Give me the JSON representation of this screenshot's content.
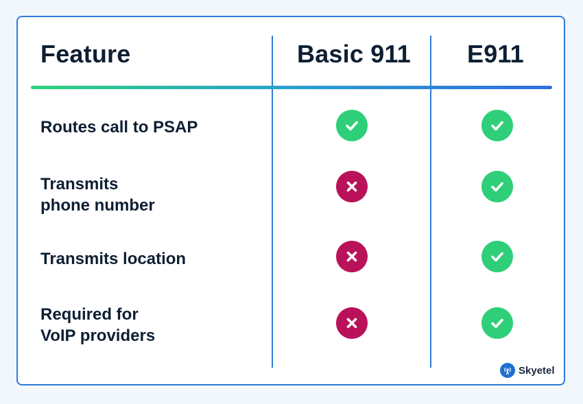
{
  "colors": {
    "border": "#2d7bd6",
    "check": "#2ecf78",
    "cross": "#b9125a",
    "text": "#0e1e33",
    "background": "#f2f7fc"
  },
  "table": {
    "headers": [
      "Feature",
      "Basic 911",
      "E911"
    ],
    "rows": [
      {
        "feature": "Routes call to PSAP",
        "basic": "check-icon",
        "e911": "check-icon"
      },
      {
        "feature": "Transmits\nphone number",
        "basic": "cross-icon",
        "e911": "check-icon"
      },
      {
        "feature": "Transmits location",
        "basic": "cross-icon",
        "e911": "check-icon"
      },
      {
        "feature": "Required for\nVoIP providers",
        "basic": "cross-icon",
        "e911": "check-icon"
      }
    ]
  },
  "logo": {
    "text": "Skyetel",
    "icon": "antenna-icon"
  }
}
